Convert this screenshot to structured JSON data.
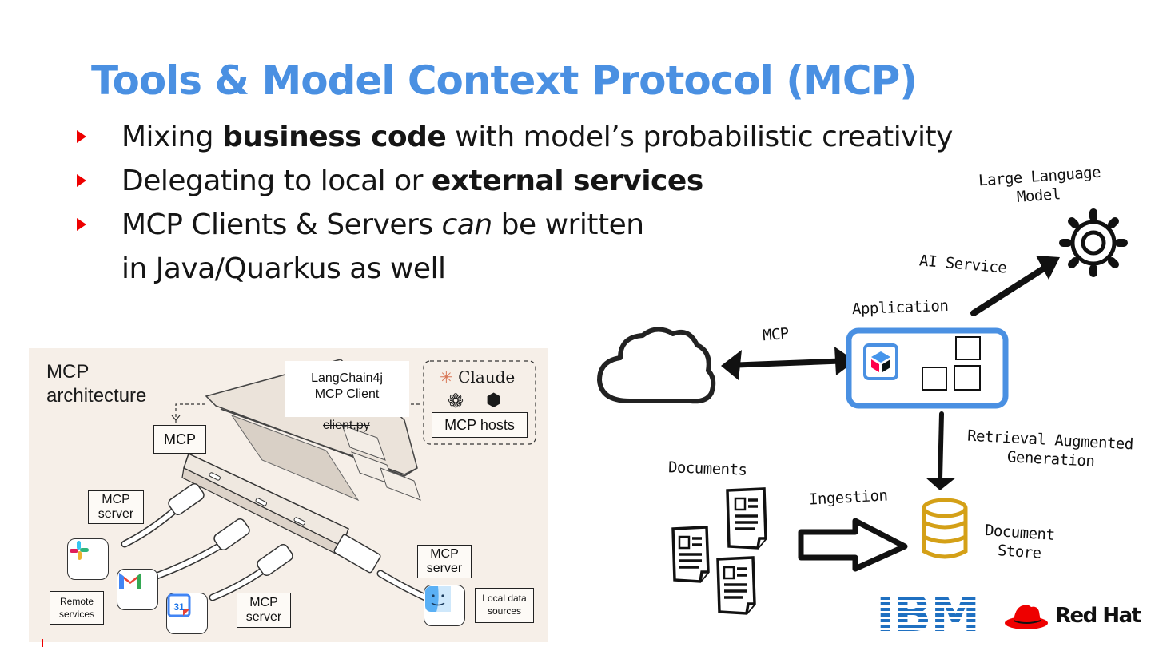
{
  "slide": {
    "title": "Tools & Model Context Protocol (MCP)",
    "bullets": [
      {
        "pre": "Mixing ",
        "bold": "business code",
        "post": " with model’s probabilistic creativity"
      },
      {
        "pre": "Delegating to local or ",
        "bold": "external services",
        "post": ""
      },
      {
        "pre": "MCP Clients & Servers ",
        "italic": "can",
        "post": " be written"
      },
      {
        "cont": "in Java/Quarkus as well"
      }
    ]
  },
  "architecture": {
    "title_line1": "MCP",
    "title_line2": "architecture",
    "client_line1": "LangChain4j",
    "client_line2": "MCP Client",
    "struck_label": "client.py",
    "claude_label": "Claude",
    "hosts_label": "MCP hosts",
    "mcp_label": "MCP",
    "server_left_line1": "MCP",
    "server_left_line2": "server",
    "server_right_line1": "MCP",
    "server_right_line2": "server",
    "server_bottom_line1": "MCP",
    "server_bottom_line2": "server",
    "remote_line1": "Remote",
    "remote_line2": "services",
    "local_line1": "Local data",
    "local_line2": "sources",
    "calendar_day": "31",
    "icons": [
      "slack-icon",
      "gmail-icon",
      "google-calendar-icon",
      "finder-icon",
      "openai-icon",
      "cube-icon"
    ]
  },
  "sketch": {
    "llm_line1": "Large Language",
    "llm_line2": "Model",
    "ai_service": "AI Service",
    "application": "Application",
    "mcp": "MCP",
    "rag_line1": "Retrieval Augmented",
    "rag_line2": "Generation",
    "documents": "Documents",
    "ingestion": "Ingestion",
    "store_line1": "Document",
    "store_line2": "Store"
  },
  "logos": {
    "ibm": "IBM",
    "redhat": "Red Hat"
  },
  "colors": {
    "title_blue": "#4a90e2",
    "bullet_red": "#ee0000",
    "app_blue": "#4a90e2",
    "db_gold": "#d4a017",
    "ibm_blue": "#1f70c1"
  }
}
